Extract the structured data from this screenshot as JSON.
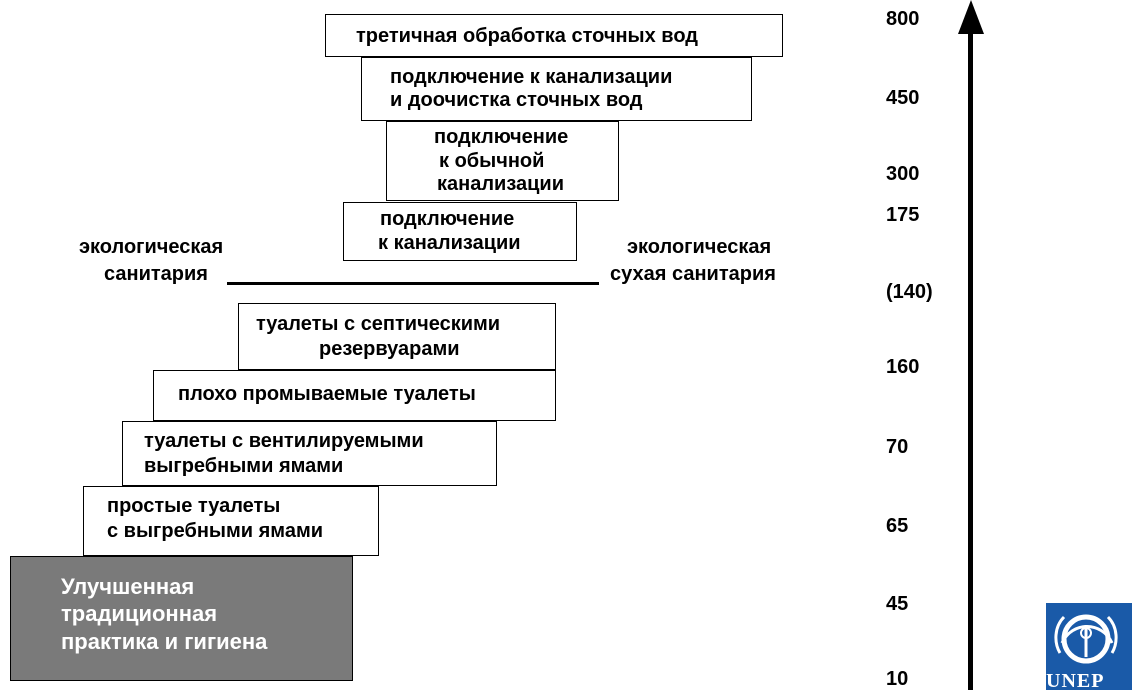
{
  "ladder": {
    "tertiary_treatment": [
      "третичная обработка сточных вод"
    ],
    "sewer_and_treatment": [
      "подключение к канализации",
      "и доочистка сточных вод"
    ],
    "conventional_sewer": [
      "подключение",
      "к обычной",
      "канализации"
    ],
    "sewer_connection": [
      "подключение",
      "к канализации"
    ],
    "septic_tank_toilets": [
      "туалеты с септическими",
      "резервуарами"
    ],
    "pour_flush_toilets": [
      "плохо промываемые туалеты"
    ],
    "vip_latrines": [
      "туалеты с вентилируемыми",
      "выгребными ямами"
    ],
    "simple_pit_latrines": [
      "простые туалеты",
      "с выгребными ямами"
    ],
    "improved_traditional": [
      "Улучшенная",
      "традиционная",
      "практика и гигиена"
    ]
  },
  "divider": {
    "left_label": [
      "экологическая",
      "санитария"
    ],
    "right_label": [
      "экологическая",
      "сухая санитария"
    ]
  },
  "cost_scale": [
    "800",
    "450",
    "300",
    "175",
    "(140)",
    "160",
    "70",
    "65",
    "45",
    "10"
  ],
  "logo": {
    "text": "UNEP",
    "icon": "unep-logo-icon"
  },
  "colors": {
    "box_border": "#000000",
    "base_fill": "#7a7a7a",
    "logo_blue": "#1a5aa8"
  }
}
